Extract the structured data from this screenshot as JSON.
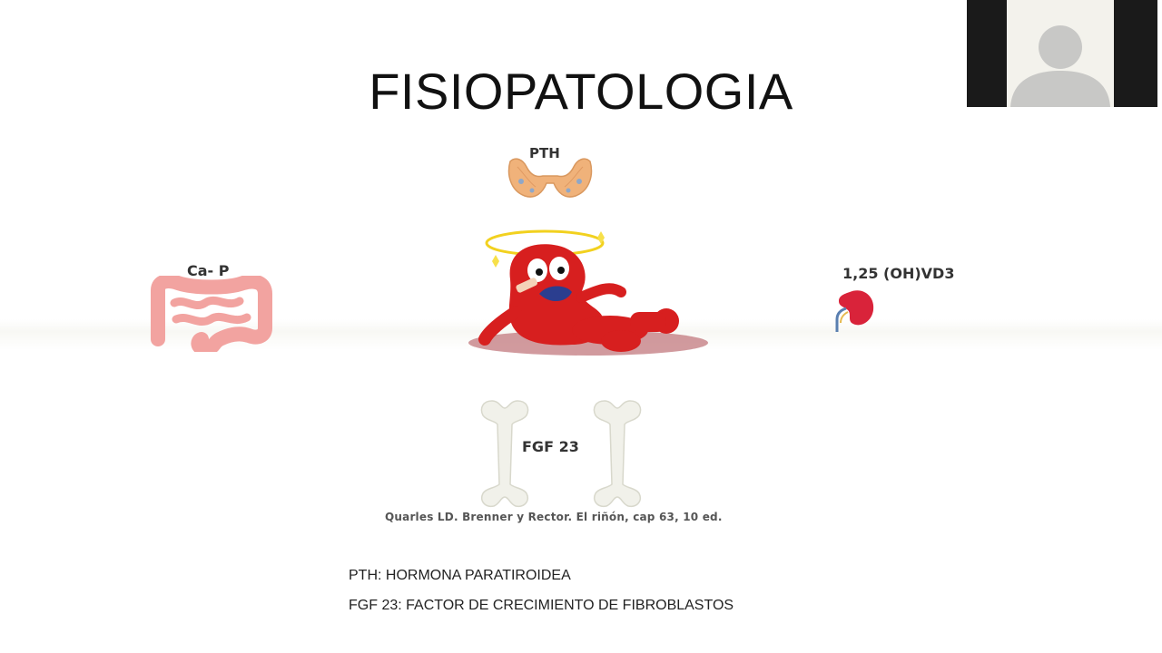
{
  "slide": {
    "title": "FISIOPATOLOGIA",
    "labels": {
      "pth": "PTH",
      "ca_p": "Ca- P",
      "vitd": "1,25 (OH)VD3",
      "fgf": "FGF 23"
    },
    "citation": "Quarles LD. Brenner y Rector. El riñón, cap 63, 10 ed.",
    "footnotes": [
      "PTH: HORMONA PARATIROIDEA",
      "FGF 23: FACTOR DE CRECIMIENTO DE FIBROBLASTOS"
    ]
  },
  "colors": {
    "kidney_red": "#d71f1f",
    "thyroid": "#f0b27a",
    "intestine": "#f2a3a0",
    "bone": "#f1f1ea"
  },
  "icons": [
    "thyroid-icon",
    "sick-kidney-icon",
    "intestine-icon",
    "kidney-icon",
    "bone-icon",
    "participant-avatar-icon"
  ]
}
